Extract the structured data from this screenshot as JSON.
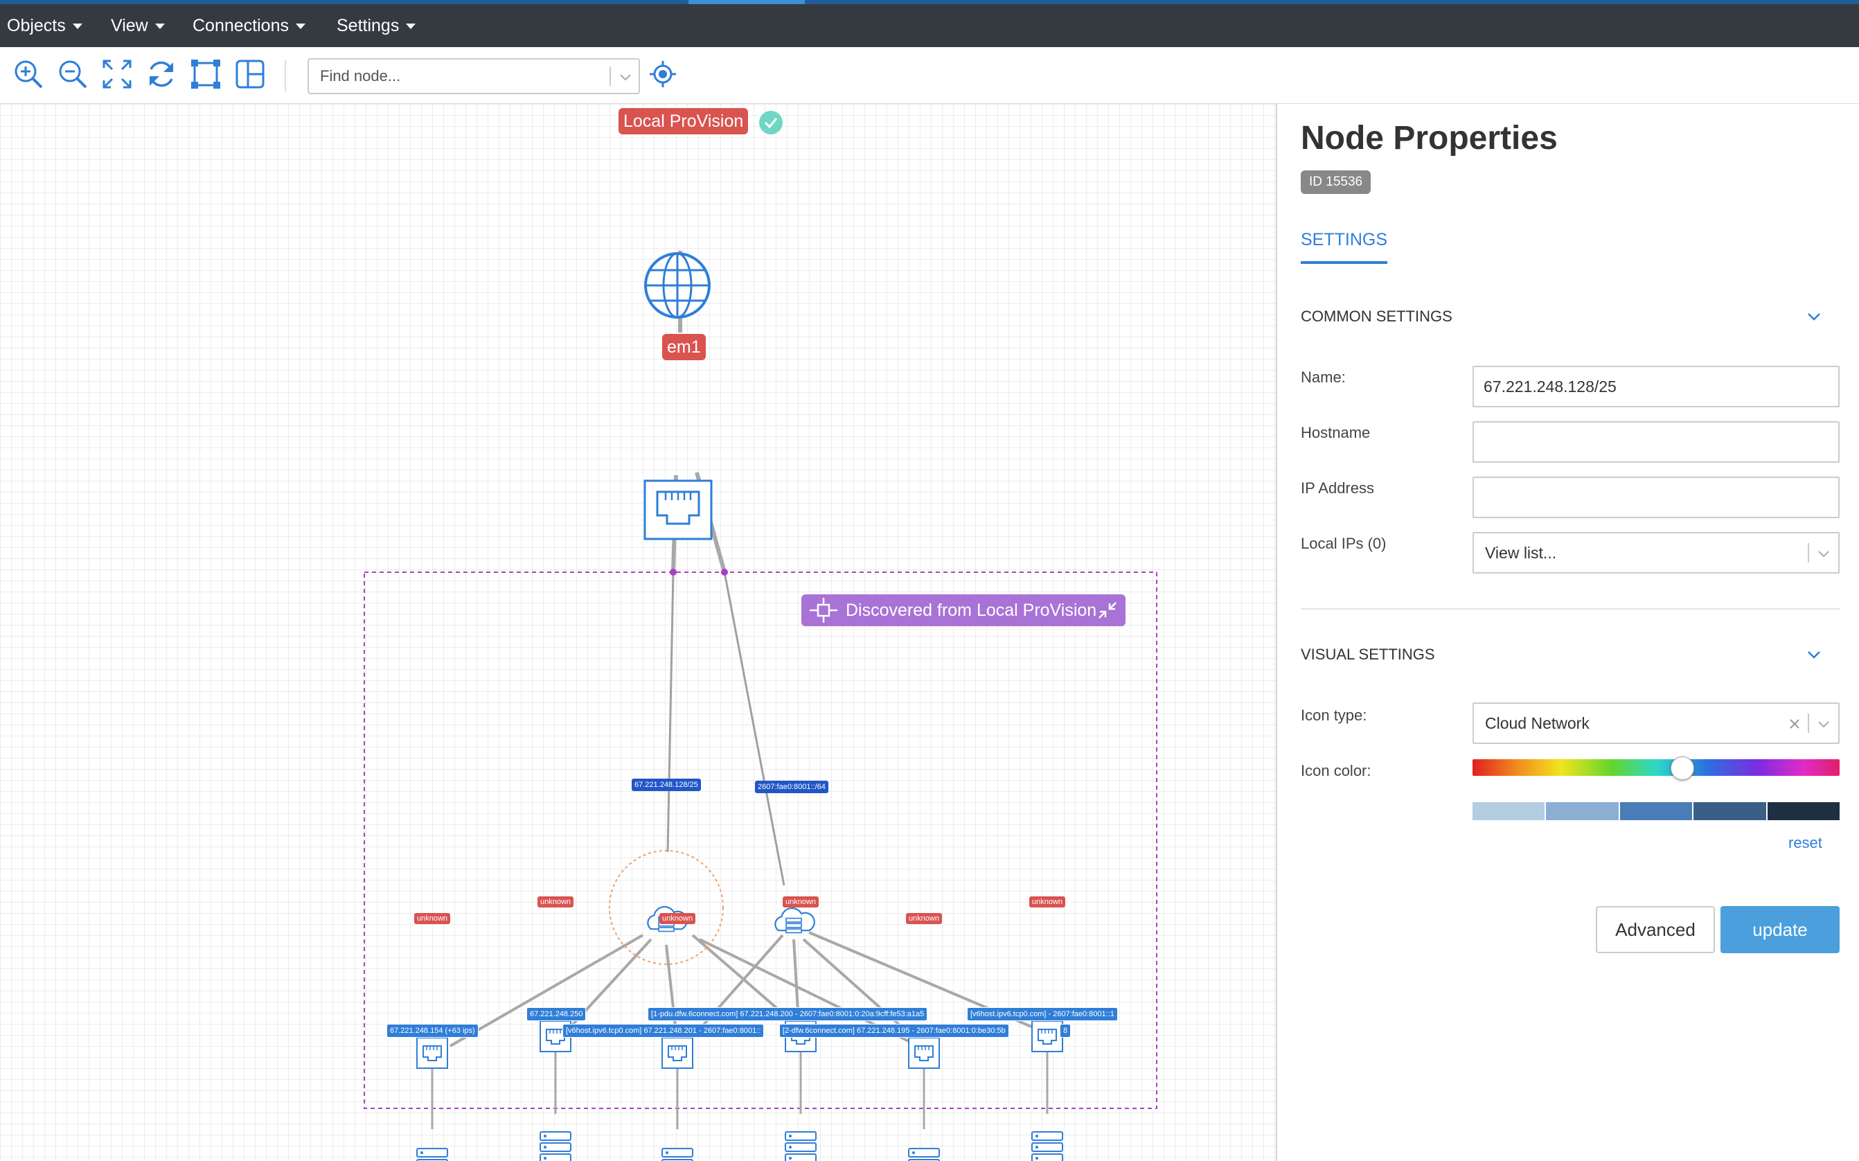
{
  "menubar": {
    "items": [
      {
        "label": "Objects"
      },
      {
        "label": "View"
      },
      {
        "label": "Connections"
      },
      {
        "label": "Settings"
      }
    ]
  },
  "toolbar": {
    "buttons": [
      "zoom-in-icon",
      "zoom-out-icon",
      "fit-screen-icon",
      "refresh-icon",
      "select-area-icon",
      "layout-icon",
      "locate-icon"
    ],
    "find_placeholder": "Find node..."
  },
  "canvas": {
    "root_label": "Local ProVision",
    "interface_label": "em1",
    "group_title": "Discovered from Local ProVision",
    "clouds": [
      {
        "label": "67.221.248.128/25",
        "selected": true
      },
      {
        "label": "2607:fae0:8001::/64",
        "selected": false
      }
    ],
    "port_nodes": [
      {
        "label": "unknown"
      },
      {
        "label": "unknown"
      },
      {
        "label": "unknown"
      },
      {
        "label": "unknown"
      },
      {
        "label": "unknown"
      },
      {
        "label": "unknown"
      }
    ],
    "server_labels": [
      "67.221.248.154 (+63 ips)",
      "67.221.248.250",
      "[1-pdu.dfw.6connect.com] 67.221.248.200 - 2607:fae0:8001:0:20a:9cff:fe53:a1a5",
      "[v6host.ipv6.tcp0.com] - 2607:fae0:8001::1",
      "[v6host.ipv6.tcp0.com] 67.221.248.201 - 2607:fae0:8001::",
      "[2-dfw.6connect.com] 67.221.248.195 - 2607:fae0:8001:0:be30:5b",
      "8"
    ]
  },
  "panel": {
    "title": "Node Properties",
    "id_badge": "ID 15536",
    "tab": "SETTINGS",
    "common_section": "COMMON SETTINGS",
    "fields": {
      "name_label": "Name:",
      "name_value": "67.221.248.128/25",
      "hostname_label": "Hostname",
      "hostname_value": "",
      "ip_label": "IP Address",
      "ip_value": "",
      "local_ips_label": "Local IPs (0)",
      "local_ips_value": "View list..."
    },
    "visual_section": "VISUAL SETTINGS",
    "icon_type_label": "Icon type:",
    "icon_type_value": "Cloud Network",
    "icon_color_label": "Icon color:",
    "icon_color_hue_position": 0.57,
    "palette": [
      "#b3cde3",
      "#8aaed4",
      "#4a7db8",
      "#3a5f86",
      "#1e2f44"
    ],
    "reset_label": "reset",
    "advanced_label": "Advanced",
    "update_label": "update"
  },
  "colors": {
    "menubar_bg": "#343a40",
    "accent": "#2f7ed8",
    "label_red": "#d9534f",
    "group_purple": "#a972d6",
    "update_button": "#4a9fdc"
  }
}
